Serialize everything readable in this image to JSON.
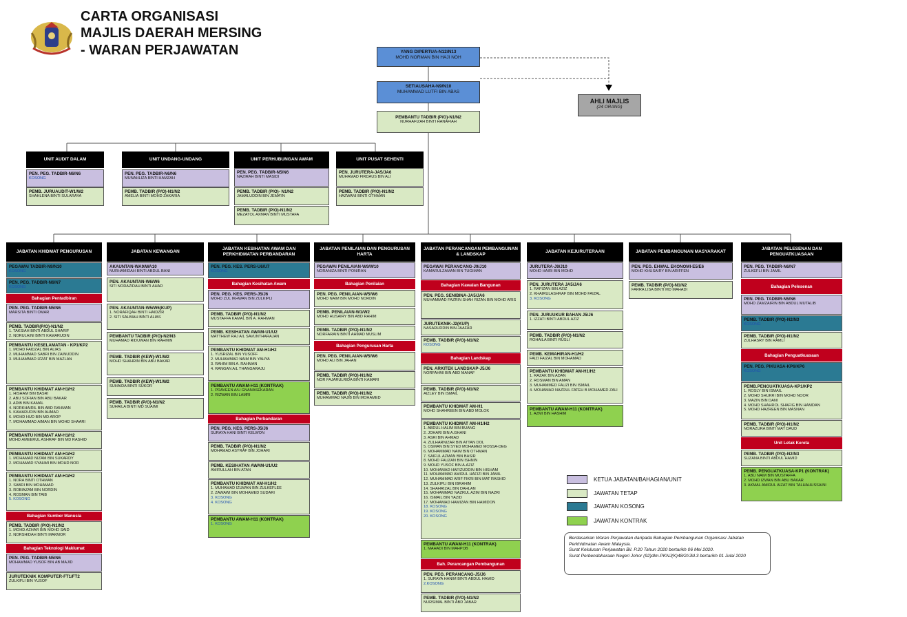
{
  "title": [
    "CARTA  ORGANISASI",
    "MAJLIS DAERAH MERSING",
    "- WARAN PERJAWATAN"
  ],
  "top": {
    "dipertua": {
      "t": "YANG DIPERTUA-N12/N13",
      "n": "MOHD NORMAN BIN HAJI NOH"
    },
    "setiausaha": {
      "t": "SETIAUSAHA-N9/N10",
      "n": "MUHAMMAD LUTFI BIN ABAS"
    },
    "pembantu": {
      "t": "PEMBANTU TADBIR (P/O)-N1/N2",
      "n": "NURHAFIZAH BINTI HANAFIAH"
    },
    "ahli": {
      "t": "AHLI MAJLIS",
      "s": "(24 ORANG)"
    }
  },
  "units": [
    {
      "head": "UNIT AUDIT DALAM",
      "boxes": [
        {
          "c": "pk",
          "t": "PEN. PEG. TADBIR-N6/N6",
          "n": [
            "KOSONG"
          ],
          "k": [
            0
          ]
        },
        {
          "c": "ph",
          "t": "PEMB. JURUAUDIT-W1/W2",
          "n": [
            "SHAHLENA BINTI SULARAYA"
          ]
        }
      ]
    },
    {
      "head": "UNIT UNDANG-UNDANG",
      "boxes": [
        {
          "c": "pk",
          "t": "PEN. PEG. TADBIR-N6/N6",
          "n": [
            "MUNAHLIZA BINTI HAMZAH"
          ]
        },
        {
          "c": "ph",
          "t": "PEMB. TADBIR (P/O)-N1/N2",
          "n": [
            "AMELIA BINTI MOHD ZAKARIA"
          ]
        }
      ]
    },
    {
      "head": "UNIT PERHUBUNGAN AWAM",
      "boxes": [
        {
          "c": "pk",
          "t": "PEN. PEG. TADBIR-N5/N6",
          "n": [
            "NAZIRAH BINTI MASIDI"
          ]
        },
        {
          "c": "ph",
          "t": "PEMB. TADBIR (P/O)- N1/N2",
          "n": [
            "JAMALUDDIN BIN JEMA'IN"
          ]
        },
        {
          "c": "ph",
          "t": "PEMB. TADBIR (P/O)-N1/N2",
          "n": [
            "MEZATOL AXMAN BINTI MUSTAFA"
          ]
        }
      ]
    },
    {
      "head": "UNIT PUSAT SEHENTI",
      "boxes": [
        {
          "c": "ph",
          "t": "PEN. JURUTERA-JA5/JA6",
          "n": [
            "MUHAMAD FIRDAUS BIN ALI"
          ]
        },
        {
          "c": "ph",
          "t": "PEMB. TADBIR (P/O)-N1/N2",
          "n": [
            "HAZWANI BINTI OTHMAN"
          ]
        }
      ]
    }
  ],
  "depts": [
    {
      "head": "JABATAN KHIDMAT PENGURUSAN",
      "items": [
        {
          "c": "pb",
          "t": "PEGAWAI TADBIR-N9/N10",
          "n": [
            "KOSONG"
          ],
          "k": [
            0
          ]
        },
        {
          "c": "pb",
          "t": "PEN. PEG. TADBIR-N6/N7",
          "n": [
            "KOSONG"
          ],
          "k": [
            0
          ]
        },
        {
          "red": "Bahagian Pentadbiran"
        },
        {
          "c": "pk",
          "t": "PEN. PEG. TADBIR-N5/N6",
          "n": [
            "MARSITA BINTI OMAR"
          ]
        },
        {
          "c": "ph",
          "t": "PEMB. TADBIR(P/O)-N1/N2",
          "n": [
            "1. TAKSIAH BINTI ABDUL SHARIF",
            "2. NORULAINI BINTI KAMARUDIN"
          ]
        },
        {
          "c": "ph",
          "t": "PEMBANTU KESELAMATAN - KP1/KP2",
          "n": [
            "1. MOHD FAIDZAL BIN ALIAS",
            "2. MUHAMMAD SABRI BIN ZAINUDDIN",
            "3. MUHAMMAD IZZAT BIN MAZLAN"
          ]
        },
        {
          "c": "ph",
          "t": "PEMBANTU KHIDMAT AM-H1/H2",
          "n": [
            "1. HISHAM BIN BASRI",
            "2. ABU SOFIAN BIN ABU BAKAR",
            "3. ADIB BIN KAMAL",
            "4. NORKHAIRIL BIN ABD RAHMAN",
            "5. KAMARUDIN BIN AHMAD",
            "6. MOHD HUD BIN MD AROP",
            "7. MOHAMMAD AIMAN BIN MOHD SHAARI"
          ]
        },
        {
          "c": "ph",
          "t": "PEMBANTU KHIDMAT AM-H1/H2",
          "n": [
            "MOHD AMEERUL ASHRAF BIN MD RASHID"
          ]
        },
        {
          "c": "ph",
          "t": "PEMBANTU KHIDMAT AM-H1/H2",
          "n": [
            "1. MOHAMAD NIZAM BIN SUKARDY",
            "2. MOHAMAD SYAHMI BIN MOHD NOR"
          ]
        },
        {
          "c": "ph",
          "t": "PEMBANTU KHIDMAT AM-H1/H2",
          "n": [
            "1. NORA BINTI OTHMAN",
            "2. SABRI BIN MOHAMAD",
            "3. ROBIAZAM BIN NORDIN",
            "4. ROSMAN BIN TAIB",
            "5. KOSONG"
          ],
          "k": [
            4
          ]
        },
        {
          "red": "Bahagian Sumber Manusia"
        },
        {
          "c": "ph",
          "t": "PEMB. TADBIR (P/O)-N1/N2",
          "n": [
            "1. MOHD AZHAR BIN MOHD SAID",
            "2. NORSHIDAH BINTI MAKMOR"
          ]
        },
        {
          "red": "Bahagian Teknologi Maklumat"
        },
        {
          "c": "pk",
          "t": "PEN. PEG. TADBIR-N5/N6",
          "n": [
            "MOHAMMAD YUSOF BIN AB MAJID"
          ]
        },
        {
          "c": "ph",
          "t": "JURUTEKNIK KOMPUTER-FT1/FT2",
          "n": [
            "ZULKIFLI BIN YUSOF"
          ]
        }
      ]
    },
    {
      "head": "JABATAN KEWANGAN",
      "items": [
        {
          "c": "pk",
          "t": "AKAUNTAN-WA9/WA10",
          "n": [
            "NURHAMIDAH BINTI ABDUL BANI"
          ]
        },
        {
          "c": "ph",
          "t": "PEN. AKAUNTAN-W6/W6",
          "n": [
            "SITI NORAZIDAH BINTI AHAD"
          ]
        },
        {
          "c": "ph",
          "t": "PEN. AKAUNTAN-W5/W6(KUP)",
          "n": [
            "1. NORAFIQAH BINTI HAIDZIR",
            "2. SITI SALBIAH BINTI ALIAS"
          ]
        },
        {
          "c": "ph",
          "t": "PEMBANTU TADBIR (P/O)-N2/N3",
          "n": [
            "MUHAMAD RIDUWAN BIN RAHMIN"
          ]
        },
        {
          "c": "ph",
          "t": "PEMB. TADBIR (KEW)-W1/W2",
          "n": [
            "MOHD SHAHRIN BIN ABU BAKAR"
          ]
        },
        {
          "c": "ph",
          "t": "PEMB. TADBIR (KEW)-W1/W2",
          "n": [
            "SUHAIDA BINTI SUKOR"
          ]
        },
        {
          "c": "ph",
          "t": "PEMB. TADBIR (P/O)-N1/N2",
          "n": [
            "SUHAILA BINTI MD SUAIMI"
          ]
        }
      ]
    },
    {
      "head": "JABATAN KESIHATAN AWAM DAN PERKHIDMATAN PERBANDARAN",
      "items": [
        {
          "c": "pb",
          "t": "PEN. PEG. KES. PERS-U6/U7",
          "n": [
            "KOSONG"
          ],
          "k": [
            0
          ]
        },
        {
          "red": "Bahagian Kesihatan Awam"
        },
        {
          "c": "pk",
          "t": "PEN. PEG. KES. PERS-J5/J6",
          "n": [
            "MOHD ZUL IKHWAN BIN ZULKIPLI"
          ]
        },
        {
          "c": "ph",
          "t": "PEMB. TADBIR (P/O)-N1/N2",
          "n": [
            "MUSTAFFA KAMAL BIN A. RAHMAN"
          ]
        },
        {
          "c": "ph",
          "t": "PEMB. KESIHATAN AWAM-U1/U2",
          "n": [
            "MATTHEW RAJ A/L SAVUNTHARAJAN"
          ]
        },
        {
          "c": "ph",
          "t": "PEMBANTU KHIDMAT AM-H1/H2",
          "n": [
            "1. YUSRIZAL BIN YUSOFF",
            "2. MUHAMMAD NAIM BIN YAHYA",
            "3. RAHIM BIN A. RAHMAN",
            "4. RANGAN A/L THANGARAJU"
          ]
        },
        {
          "c": "pg",
          "t": "PEMBANTU AWAM-H11 (KONTRAK)",
          "n": [
            "1. PRAVEEN A/U GNANASEKARAN",
            "2. RIZWAN BIN LAMRI"
          ]
        },
        {
          "red": "Bahagian Perbandaran"
        },
        {
          "c": "pk",
          "t": "PEN. PEG. KES. PERS-J5/J6",
          "n": [
            "SURAYA HANI BINTI KELWON"
          ]
        },
        {
          "c": "ph",
          "t": "PEMB. TADBIR (P/O)-N1/N2",
          "n": [
            "MOHAMAD ASYRAF BIN JOHARI"
          ]
        },
        {
          "c": "ph",
          "t": "PEMB. KESIHATAN AWAM-U1/U2",
          "n": [
            "AMIRULLAH BIN ATAN"
          ]
        },
        {
          "c": "ph",
          "t": "PEMBANTU KHIDMAT AM-H1/H2",
          "n": [
            "1. MUHAMAD IZUWAN BIN ZULKEFLEE",
            "2. ZAWAWI BIN MOHAMED SUDARI",
            "3. KOSONG",
            "4. KOSONG"
          ],
          "k": [
            2,
            3
          ]
        },
        {
          "c": "pg",
          "t": "PEMBANTU AWAM-H11 (KONTRAK)",
          "n": [
            "1. KOSONG"
          ],
          "k": [
            0
          ]
        }
      ]
    },
    {
      "head": "JABATAN PENILAIAN DAN PENGURUSAN HARTA",
      "items": [
        {
          "c": "pk",
          "t": "PEGAWAI PENILAIAN-W9/W10",
          "n": [
            "NORANIZA BINTI PONIRAN"
          ]
        },
        {
          "red": "Bahagian Penilaian"
        },
        {
          "c": "ph",
          "t": "PEN. PEG. PENILAIAN-W5/W6",
          "n": [
            "MOHD NAIM BIN MOHD NORDIN"
          ]
        },
        {
          "c": "ph",
          "t": "PEMB. PENILAIAN-W1/W2",
          "n": [
            "MOHD HUSAIRY BIN ABD RAHIM"
          ]
        },
        {
          "c": "ph",
          "t": "PEMB. TADBIR (P/O)-N1/N2",
          "n": [
            "NORFARAIN BINTI AHMAD MUSLIM"
          ]
        },
        {
          "red": "Bahagian Pengurusan Harta"
        },
        {
          "c": "ph",
          "t": "PEN. PEG. PENILAIAN-W5/W6",
          "n": [
            "MOHD ALI BIN JAHAN"
          ]
        },
        {
          "c": "ph",
          "t": "PEMB. TADBIR (P/O)-N1/N2",
          "n": [
            "NOR FAJARULRIDA BINTI KAMARI"
          ]
        },
        {
          "c": "ph",
          "t": "PEMB. TADBIR (P/O)-N1/N2",
          "n": [
            "MUHAMMAD NAJIB BIN MOHAMED"
          ]
        }
      ]
    },
    {
      "head": "JABATAN PERANCANGAN PEMBANGUNAN & LANDSKAP",
      "items": [
        {
          "c": "pk",
          "t": "PEGAWAI PERANCANG-J9/J10",
          "n": [
            "KAMARULZAMAN BIN TUGIMAN"
          ]
        },
        {
          "red": "Bahagian Kawalan Bangunan"
        },
        {
          "c": "ph",
          "t": "PEN. PEG. SENIBINA-JA5/JA6",
          "n": [
            "MUHAMMAD FAZRIN SHAH RIZAN BIN MOHD ARIS"
          ]
        },
        {
          "c": "ph",
          "t": "JURUTEKNIK-J2(KUP)",
          "n": [
            "NASARUDDIN BIN JAAFAR"
          ]
        },
        {
          "c": "ph",
          "t": "PEMB. TADBIR (P/O)-N1/N2",
          "n": [
            "KOSONG"
          ],
          "k": [
            0
          ]
        },
        {
          "red": "Bahagian Landskap"
        },
        {
          "c": "ph",
          "t": "PEN. ARKITEK LANDSKAP-J5/J6",
          "n": [
            "NORFAHMI BIN ABD MANAF"
          ]
        },
        {
          "c": "ph",
          "t": "PEMB. TADBIR (P/O)-N1/N2",
          "n": [
            "AIZLEY BIN ISMAIL"
          ]
        },
        {
          "c": "ph",
          "t": "PEMBANTU KHIDMAT AM-H1",
          "n": [
            "MOHD SHAHREEN BIN ABD MOLOK"
          ]
        },
        {
          "c": "ph",
          "t": "PEMBANTU KHIDMAT AM-H1/H2",
          "n": [
            "1. ABDUL HALIM BIN BUANG",
            "2. JOHARI BIN A.GHANI",
            "3. ASRI BIN AHMAD",
            "4. ZULHARNIZAR BIN ATTAN DOL",
            "5. OSMAN BIN SYED MOHAMED MOSSA-DEG",
            "6. MOHAMMAD NAIM BIN OTHMAN",
            "7. SAIFUL AZMAN BIN BASIR",
            "8. MOHD FAUZAN BIN ISHNIN",
            "9. MOHD YUSOF BIN A.AZIZ",
            "10. MOHAMAD HAFIZUDDIN BIN HISHAM",
            "11. MOHAMMAD AMIRUL HAFIZI BIN JAMIL",
            "12. MUHAMMAD ARIF FIKRI BIN MAT RASHID",
            "13. ZULKIPLI BIN IBRAHIM",
            "14. SHAHRIZAL BIN DAHLAN",
            "15. MOHAMMAD NAZRUL AZIM BIN NAZRI",
            "16. ISMAIL BIN YAZID",
            "17. MOHAMAD HAMIZAN BIN HAMIDON",
            "18. KOSONG",
            "19. KOSONG",
            "20. KOSONG"
          ],
          "k": [
            17,
            18,
            19
          ]
        },
        {
          "c": "pg",
          "t": "PEMBANTU AWAM-H11 (KONTRAK)",
          "n": [
            "1. MAHADI BIN MAHPOB"
          ]
        },
        {
          "red": "Bah. Perancangan Pembangunan"
        },
        {
          "c": "ph",
          "t": "PEN. PEG. PERANCANG-J5/J6",
          "n": [
            "1. SURAYA HANIM BINTI ABDUL HAMID",
            "2.KOSONG"
          ],
          "k": [
            1
          ]
        },
        {
          "c": "ph",
          "t": "PEMB. TADBIR (P/O)-N1/N2",
          "n": [
            "NURSIMAL BINTI ABD JABAR"
          ]
        }
      ]
    },
    {
      "head": "JABATAN KEJURUTERAAN",
      "items": [
        {
          "c": "pk",
          "t": "JURUTERA-J9/J10",
          "n": [
            "MOHD HAIRI BIN MOHD"
          ]
        },
        {
          "c": "ph",
          "t": "PEN. JURUTERA JA5/JA6",
          "n": [
            "1. RAFIZAN BIN AZIZ",
            "2. KHAIRULASHRAF BIN MOHD FAIZAL",
            "3. KOSONG"
          ],
          "k": [
            2
          ]
        },
        {
          "c": "ph",
          "t": "PEN. JURUUKUR BAHAN J5/J6",
          "n": [
            "1. IZZATI BINTI ABDUL AZIZ"
          ]
        },
        {
          "c": "ph",
          "t": "PEMB. TADBIR (P/O)-N1/N2",
          "n": [
            "ROHAILA BINTI RUSLI"
          ]
        },
        {
          "c": "ph",
          "t": "PEMB. KEMAHIRAN-H1/H2",
          "n": [
            "FAIZI FAIZAL BIN MOHAMAD"
          ]
        },
        {
          "c": "ph",
          "t": "PEMBANTU KHIDMAT AM-H1/H2",
          "n": [
            "1. RAZAK BIN ADAN",
            "2. ROSMAN BIN AMAN",
            "3. MUHAMMED FAUZI BIN ISMAIL",
            "4. MOHAMAD NAZRUL FATEH B MOHAMED ZALI"
          ]
        },
        {
          "c": "pg",
          "t": "PEMBANTU AWAM-H11 (KONTRAK)",
          "n": [
            "1. AZMI BIN HASHIM"
          ]
        }
      ]
    },
    {
      "head": "JABATAN PEMBANGUNAN MASYARAKAT",
      "items": [
        {
          "c": "pk",
          "t": "PEN. PEG. EHWAL EKONOMI-E5/E6",
          "n": [
            "MOHD KHUSAIRY BIN ARIFFEN"
          ]
        },
        {
          "c": "ph",
          "t": "PEMB. TADBIR (P/O)-N1/N2",
          "n": [
            "FARRA LISA BINTI MD MAHADI"
          ]
        }
      ]
    },
    {
      "head": "JABATAN PELESENAN DAN PENGUATKUASAAN",
      "items": [
        {
          "c": "pk",
          "t": "PEN. PEG. TADBIR-N6/N7",
          "n": [
            "ZULKEFLI BIN JAMIL"
          ]
        },
        {
          "red": "Bahagian Pelesenan"
        },
        {
          "c": "pk",
          "t": "PEN. PEG. TADBIR-N5/N6",
          "n": [
            "MOHD ZAMZAIRIN BIN ABDUL MUTALIB"
          ]
        },
        {
          "c": "pb",
          "t": "PEMB. TADBIR (P/O)-N2/N3",
          "n": [
            "KOSONG"
          ],
          "k": [
            0
          ]
        },
        {
          "c": "ph",
          "t": "PEMB. TADBIR (P/O)-N1/N2",
          "n": [
            "ZULHASRY BIN RAMLI"
          ]
        },
        {
          "red": "Bahagian Penguatkuasaan"
        },
        {
          "c": "pb",
          "t": "PEN. PEG. PIKUASA-KP6/KP6",
          "n": [
            "KOSONG"
          ],
          "k": [
            0
          ]
        },
        {
          "c": "ph",
          "t": "PEMB.PENGUATKUASA-KP1/KP2",
          "n": [
            "1. ROSLY BIN ISMAIL",
            "2. MOHD SHUKRI BIN MOHD NOOR",
            "3. MAZIN BIN DANI",
            "4. MOHD SHAHROL SHAFIG BIN HAMDAN",
            "5. MOHD HAZREEN BIN MASNAN"
          ]
        },
        {
          "c": "ph",
          "t": "PEMB. TADBIR (P/O)-N1/N2",
          "n": [
            "NORAZURA BINTI MAT DAUD"
          ]
        },
        {
          "red": "Unit Letak Kereta"
        },
        {
          "c": "ph",
          "t": "PEMB. TADBIR (P/O)-N2/N3",
          "n": [
            "SUZANA BINTI ABDUL HAMID"
          ]
        },
        {
          "c": "pg",
          "t": "PEMB. PENGUATKUASA-KP1 (KONTRAK)",
          "n": [
            "1. ABU NAIM BIN MUSTAFFA",
            "2. MOHD IZWAN BIN ABU BAKAR",
            "3. AKMAL AMIRUL AIZAT BIN TALHAHUSSAINI"
          ]
        }
      ]
    }
  ],
  "legend": [
    {
      "label": "KETUA JABATAN/BAHAGIAN/UNIT",
      "color": "#c9bfe0"
    },
    {
      "label": "JAWATAN TETAP",
      "color": "#d9e9c4"
    },
    {
      "label": "JAWATAN KOSONG",
      "color": "#2b7a93"
    },
    {
      "label": "JAWATAN KONTRAK",
      "color": "#8fd14f"
    }
  ],
  "note": [
    "Berdasarkan Waran Perjawatan  daripada Bahagian Pembangunan Organisasi Jabatan Perkhidmatan Awam Malaysia.",
    "Surat Kelulusan Perjawatan Bil. P.20 Tahun 2020 bertarikh 06 Mei 2020.",
    "Surat Perbendaharaan Negeri Johor (92)dlm.PKNJ(K)48/2//Jld.3 bertarikh 01 Julai 2020"
  ]
}
